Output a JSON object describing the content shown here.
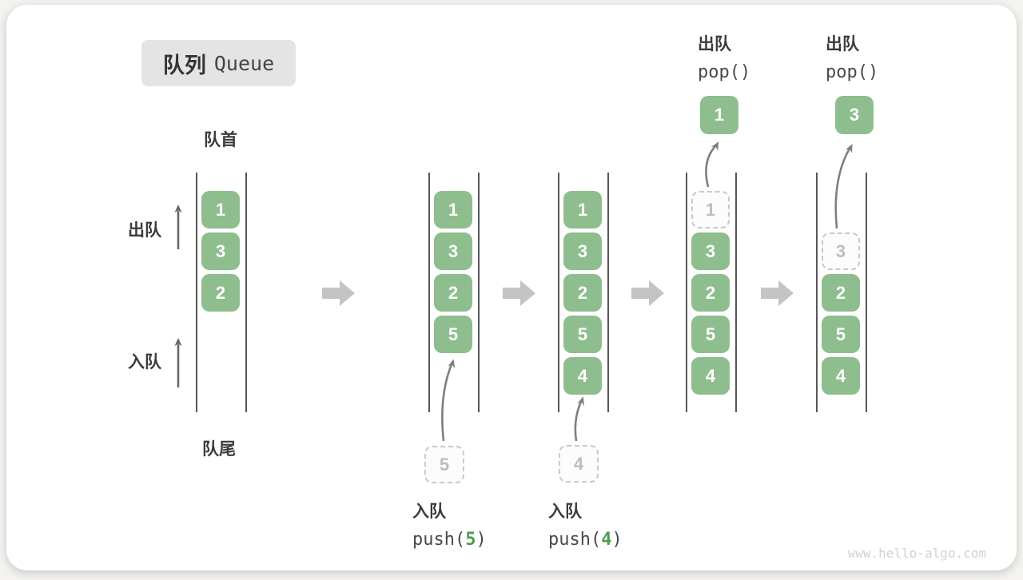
{
  "title": {
    "zh": "队列",
    "en": "Queue"
  },
  "side_labels": {
    "front": "队首",
    "rear": "队尾",
    "dequeue": "出队",
    "enqueue": "入队"
  },
  "colors": {
    "box_green": "#8ebe8d",
    "code_green": "#4e9b52",
    "dashed_border": "#c9c9c9",
    "step_arrow_gray": "#c4c4c4",
    "thin_arrow_gray": "#7f7f7f",
    "column_line": "#575757"
  },
  "push_labels": [
    {
      "zh": "入队",
      "fn": "push(",
      "arg": "5",
      "close": ")"
    },
    {
      "zh": "入队",
      "fn": "push(",
      "arg": "4",
      "close": ")"
    }
  ],
  "pop_labels": [
    {
      "zh": "出队",
      "fn": "pop()",
      "value": "1"
    },
    {
      "zh": "出队",
      "fn": "pop()",
      "value": "3"
    }
  ],
  "queue_states": [
    {
      "name": "initial",
      "boxes": [
        {
          "slot": 0,
          "value": "1",
          "style": "solid"
        },
        {
          "slot": 1,
          "value": "3",
          "style": "solid"
        },
        {
          "slot": 2,
          "value": "2",
          "style": "solid"
        }
      ]
    },
    {
      "name": "after-push-5",
      "boxes": [
        {
          "slot": 0,
          "value": "1",
          "style": "solid"
        },
        {
          "slot": 1,
          "value": "3",
          "style": "solid"
        },
        {
          "slot": 2,
          "value": "2",
          "style": "solid"
        },
        {
          "slot": 3,
          "value": "5",
          "style": "solid"
        }
      ],
      "incoming": "5"
    },
    {
      "name": "after-push-4",
      "boxes": [
        {
          "slot": 0,
          "value": "1",
          "style": "solid"
        },
        {
          "slot": 1,
          "value": "3",
          "style": "solid"
        },
        {
          "slot": 2,
          "value": "2",
          "style": "solid"
        },
        {
          "slot": 3,
          "value": "5",
          "style": "solid"
        },
        {
          "slot": 4,
          "value": "4",
          "style": "solid"
        }
      ],
      "incoming": "4"
    },
    {
      "name": "pop-1",
      "boxes": [
        {
          "slot": 0,
          "value": "1",
          "style": "dashed"
        },
        {
          "slot": 1,
          "value": "3",
          "style": "solid"
        },
        {
          "slot": 2,
          "value": "2",
          "style": "solid"
        },
        {
          "slot": 3,
          "value": "5",
          "style": "solid"
        },
        {
          "slot": 4,
          "value": "4",
          "style": "solid"
        }
      ],
      "popped": "1"
    },
    {
      "name": "pop-3",
      "boxes": [
        {
          "slot": 1,
          "value": "3",
          "style": "dashed"
        },
        {
          "slot": 2,
          "value": "2",
          "style": "solid"
        },
        {
          "slot": 3,
          "value": "5",
          "style": "solid"
        },
        {
          "slot": 4,
          "value": "4",
          "style": "solid"
        }
      ],
      "popped": "3"
    }
  ],
  "watermark": "www.hello-algo.com"
}
